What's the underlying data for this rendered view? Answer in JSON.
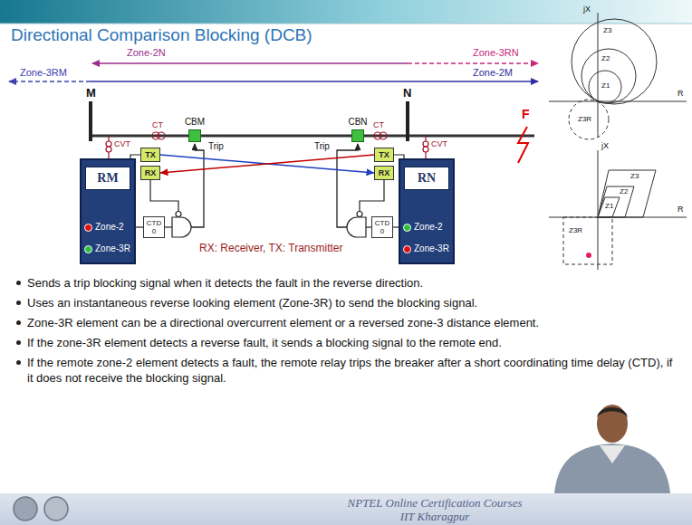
{
  "diagram": {
    "title": "Directional Comparison Blocking (DCB)",
    "nodes": [
      {
        "text": [
          "CBM"
        ]
      },
      {
        "text": [
          "CBN"
        ]
      },
      {
        "text": [
          "Zone-2",
          "Zone-3R"
        ]
      },
      {
        "text": [
          "RM"
        ],
        "in": 2
      },
      {
        "text": [
          "TX"
        ]
      },
      {
        "text": [
          "RX"
        ]
      },
      {
        "text": [
          "CTD",
          "0"
        ]
      },
      {
        "text": [
          "Zone-2",
          "Zone-3R"
        ]
      },
      {
        "text": [
          "RN"
        ],
        "in": 7
      },
      {
        "text": [
          "TX"
        ]
      },
      {
        "text": [
          "RX"
        ]
      },
      {
        "text": [
          "CTD",
          "0"
        ]
      }
    ],
    "edges": [
      {
        "from": 4,
        "to": 10,
        "arrow": "to"
      },
      {
        "from": 9,
        "to": 5,
        "arrow": "to"
      }
    ],
    "labels": [
      "Zone-2N",
      "Zone-3RN",
      "Zone-3RM",
      "Zone-2M",
      "M",
      "N",
      "CT",
      "CVT",
      "Trip",
      "CT",
      "CVT",
      "Trip",
      "F",
      "RX: Receiver, TX: Transmitter",
      "jX",
      "Z3",
      "Z2",
      "Z1",
      "R",
      "Z3R",
      "jX",
      "Z3",
      "Z2",
      "Z1",
      "R",
      "Z3R",
      "Sends a trip blocking signal when it detects the fault in the reverse direction.",
      "Uses an instantaneous reverse looking element (Zone-3R) to send the blocking signal.",
      "Zone-3R element can be a directional overcurrent element or a reversed zone-3 distance element.",
      "If the zone-3R element detects a reverse fault, it sends a blocking signal to the remote end.",
      "If the remote zone-2 element detects a fault, the remote relay trips the breaker after a short coordinating time delay (CTD), if it does not receive the blocking signal.",
      "NPTEL Online Certification Courses",
      "IIT Kharagpur"
    ]
  }
}
